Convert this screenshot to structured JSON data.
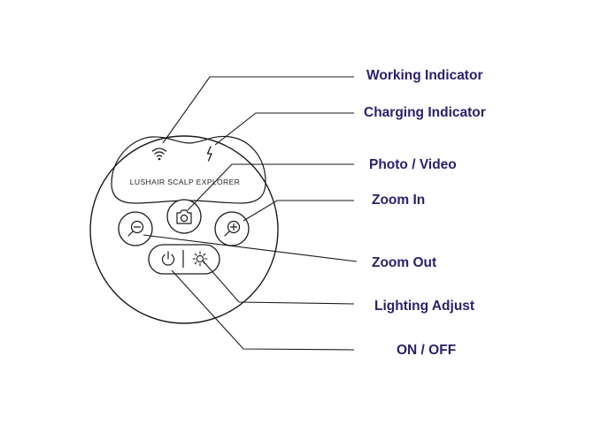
{
  "device": {
    "brand_text": "LUSHAIR SCALP EXPLORER"
  },
  "labels": {
    "working_indicator": "Working Indicator",
    "charging_indicator": "Charging Indicator",
    "photo_video": "Photo / Video",
    "zoom_in": "Zoom In",
    "zoom_out": "Zoom Out",
    "lighting_adjust": "Lighting Adjust",
    "on_off": "ON / OFF"
  },
  "icons": {
    "working": "wifi-icon",
    "charging": "lightning-icon",
    "photo": "camera-icon",
    "zoom_in": "zoom-in-icon",
    "zoom_out": "zoom-out-icon",
    "power": "power-icon",
    "light": "sun-icon"
  },
  "colors": {
    "label_text": "#2a1f6b",
    "line": "#1a1a1a",
    "device_text": "#222222"
  }
}
